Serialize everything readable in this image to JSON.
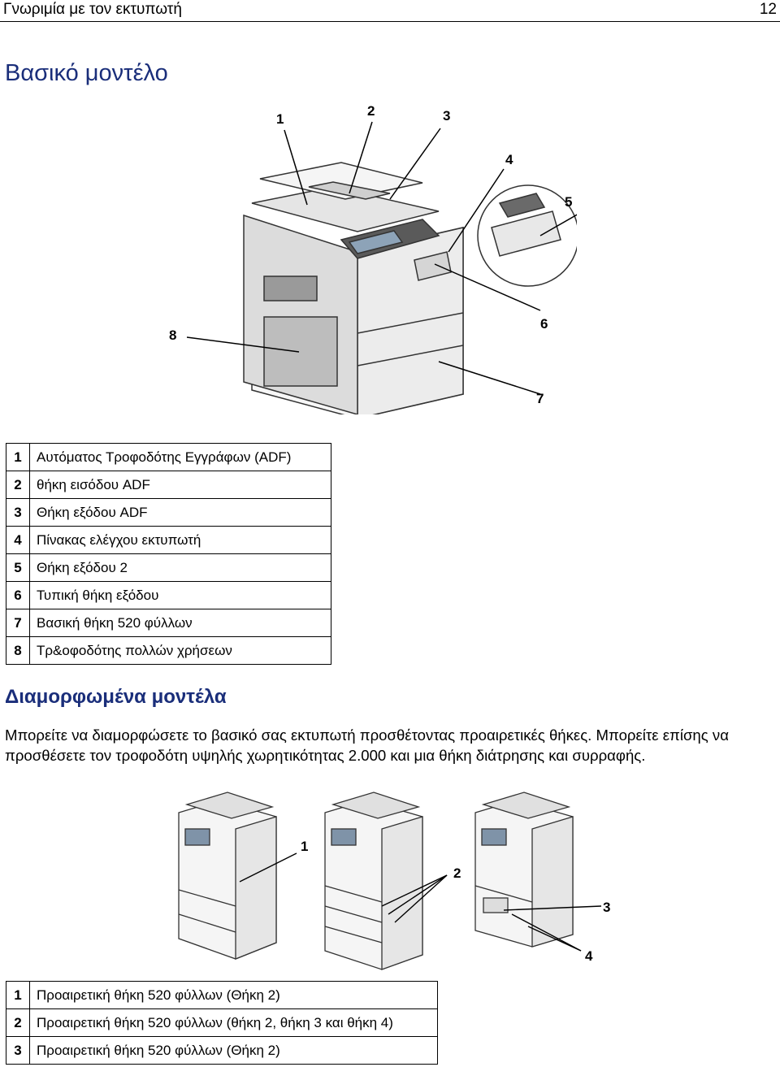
{
  "header": {
    "title": "Γνωριμία με τον εκτυπωτή",
    "page_number": "12"
  },
  "section1": {
    "title": "Βασικό μοντέλο",
    "callouts": [
      "1",
      "2",
      "3",
      "4",
      "5",
      "6",
      "7",
      "8"
    ],
    "legend": [
      {
        "num": "1",
        "label": "Αυτόματος Τροφοδότης Εγγράφων (ADF)"
      },
      {
        "num": "2",
        "label": "θήκη εισόδου ADF"
      },
      {
        "num": "3",
        "label": "Θήκη εξόδου ADF"
      },
      {
        "num": "4",
        "label": "Πίνακας ελέγχου εκτυπωτή"
      },
      {
        "num": "5",
        "label": "Θήκη εξόδου 2"
      },
      {
        "num": "6",
        "label": "Τυπική θήκη εξόδου"
      },
      {
        "num": "7",
        "label": "Βασική θήκη 520 φύλλων"
      },
      {
        "num": "8",
        "label": "Τρ&οφοδότης πολλών χρήσεων"
      }
    ]
  },
  "section2": {
    "title": "Διαμορφωμένα μοντέλα",
    "paragraph": "Μπορείτε να διαμορφώσετε το βασικό σας εκτυπωτή προσθέτοντας προαιρετικές θήκες. Μπορείτε επίσης να προσθέσετε τον τροφοδότη υψηλής χωρητικότητας 2.000 και μια θήκη διάτρησης και συρραφής.",
    "callouts": [
      "1",
      "2",
      "3",
      "4"
    ],
    "legend": [
      {
        "num": "1",
        "label": "Προαιρετική θήκη 520 φύλλων (Θήκη 2)"
      },
      {
        "num": "2",
        "label": "Προαιρετική θήκη 520 φύλλων (θήκη 2, θήκη 3 και θήκη 4)"
      },
      {
        "num": "3",
        "label": "Προαιρετική θήκη 520 φύλλων (Θήκη 2)"
      }
    ]
  }
}
